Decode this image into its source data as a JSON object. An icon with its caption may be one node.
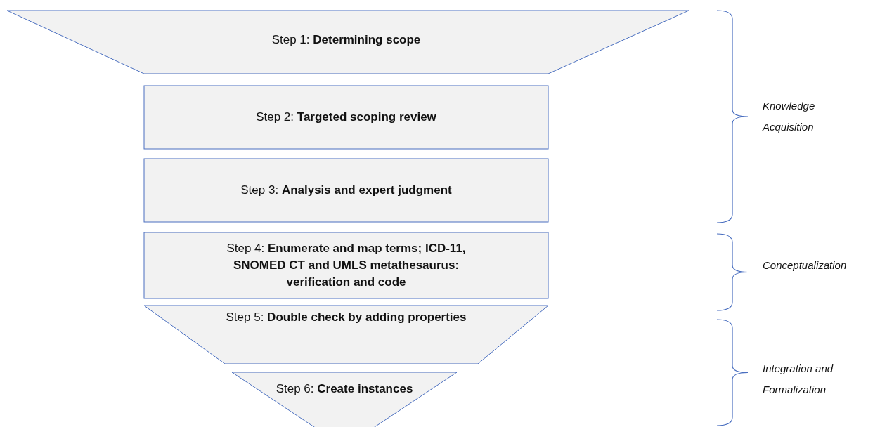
{
  "diagram": {
    "nodes": [
      {
        "text": [
          "Step 1: **Determining scope**"
        ]
      },
      {
        "text": [
          "Step 2: **Targeted scoping review**"
        ]
      },
      {
        "text": [
          "Step 3: **Analysis and expert judgment**"
        ]
      },
      {
        "text": [
          "Step 4: **Enumerate and map terms; ICD-11, SNOMED CT and UMLS metathesaurus: verification and code**"
        ]
      },
      {
        "text": [
          "Step 5: **Double check by adding properties**"
        ]
      },
      {
        "text": [
          "Step 6: **Create instances**"
        ]
      }
    ],
    "edges": [],
    "labels": [
      "Knowledge Acquisition",
      "Conceptualization",
      "Integration and Formalization"
    ]
  }
}
